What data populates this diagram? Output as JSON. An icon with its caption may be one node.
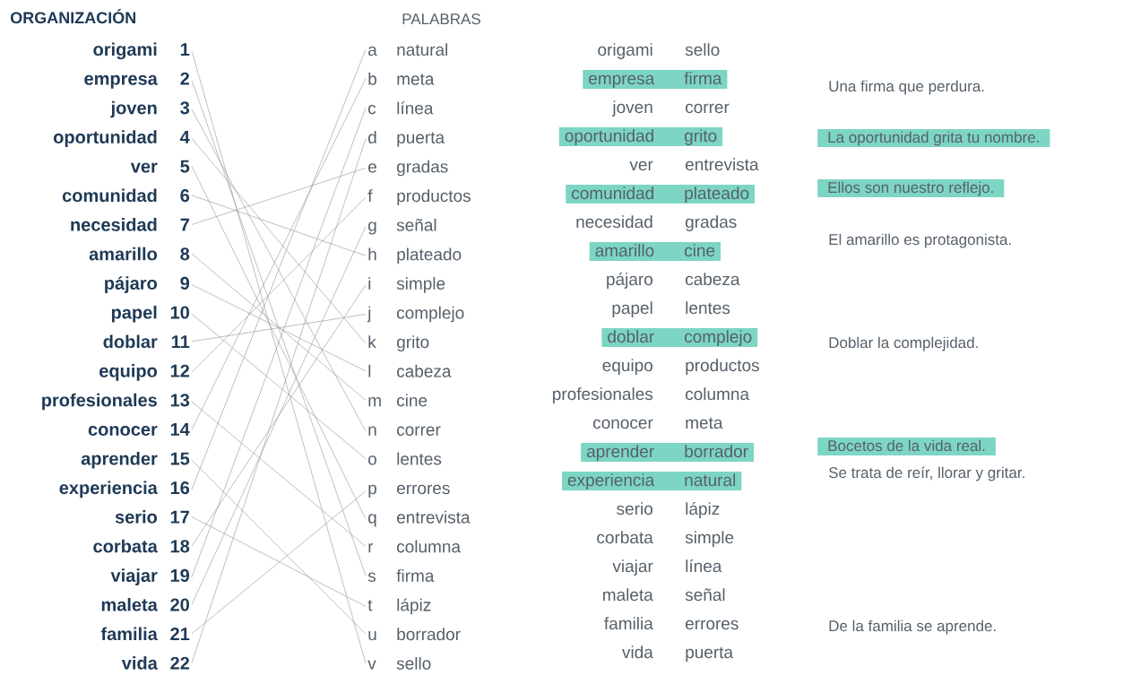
{
  "diagram": {
    "nodes": [
      {
        "text": [
          "origami",
          "1"
        ]
      },
      {
        "text": [
          "empresa",
          "2"
        ]
      },
      {
        "text": [
          "joven",
          "3"
        ]
      },
      {
        "text": [
          "oportunidad",
          "4"
        ]
      },
      {
        "text": [
          "ver",
          "5"
        ]
      },
      {
        "text": [
          "comunidad",
          "6"
        ]
      },
      {
        "text": [
          "necesidad",
          "7"
        ]
      },
      {
        "text": [
          "amarillo",
          "8"
        ]
      },
      {
        "text": [
          "pájaro",
          "9"
        ]
      },
      {
        "text": [
          "papel",
          "10"
        ]
      },
      {
        "text": [
          "doblar",
          "11"
        ]
      },
      {
        "text": [
          "equipo",
          "12"
        ]
      },
      {
        "text": [
          "profesionales",
          "13"
        ]
      },
      {
        "text": [
          "conocer",
          "14"
        ]
      },
      {
        "text": [
          "aprender",
          "15"
        ]
      },
      {
        "text": [
          "experiencia",
          "16"
        ]
      },
      {
        "text": [
          "serio",
          "17"
        ]
      },
      {
        "text": [
          "corbata",
          "18"
        ]
      },
      {
        "text": [
          "viajar",
          "19"
        ]
      },
      {
        "text": [
          "maleta",
          "20"
        ]
      },
      {
        "text": [
          "familia",
          "21"
        ]
      },
      {
        "text": [
          "vida",
          "22"
        ]
      },
      {
        "text": [
          "a",
          "natural"
        ]
      },
      {
        "text": [
          "b",
          "meta"
        ]
      },
      {
        "text": [
          "c",
          "línea"
        ]
      },
      {
        "text": [
          "d",
          "puerta"
        ]
      },
      {
        "text": [
          "e",
          "gradas"
        ]
      },
      {
        "text": [
          "f",
          "productos"
        ]
      },
      {
        "text": [
          "g",
          "señal"
        ]
      },
      {
        "text": [
          "h",
          "plateado"
        ]
      },
      {
        "text": [
          "i",
          "simple"
        ]
      },
      {
        "text": [
          "j",
          "complejo"
        ]
      },
      {
        "text": [
          "k",
          "grito"
        ]
      },
      {
        "text": [
          "l",
          "cabeza"
        ]
      },
      {
        "text": [
          "m",
          "cine"
        ]
      },
      {
        "text": [
          "n",
          "correr"
        ]
      },
      {
        "text": [
          "o",
          "lentes"
        ]
      },
      {
        "text": [
          "p",
          "errores"
        ]
      },
      {
        "text": [
          "q",
          "entrevista"
        ]
      },
      {
        "text": [
          "r",
          "columna"
        ]
      },
      {
        "text": [
          "s",
          "firma"
        ]
      },
      {
        "text": [
          "t",
          "lápiz"
        ]
      },
      {
        "text": [
          "u",
          "borrador"
        ]
      },
      {
        "text": [
          "v",
          "sello"
        ]
      },
      {
        "text": [
          "empresa",
          "firma"
        ]
      },
      {
        "text": [
          "oportunidad",
          "grito"
        ]
      },
      {
        "text": [
          "comunidad",
          "plateado"
        ]
      },
      {
        "text": [
          "amarillo",
          "cine"
        ]
      },
      {
        "text": [
          "doblar",
          "complejo"
        ]
      },
      {
        "text": [
          "aprender",
          "borrador"
        ]
      },
      {
        "text": [
          "experiencia",
          "natural"
        ]
      },
      {
        "text": [
          "La oportunidad grita tu nombre."
        ]
      },
      {
        "text": [
          "Ellos son nuestro reflejo."
        ]
      },
      {
        "text": [
          "Bocetos de la vida real."
        ]
      }
    ],
    "edges": [
      {
        "from": 0,
        "to": 43,
        "arrow": "none"
      },
      {
        "from": 1,
        "to": 40,
        "arrow": "none"
      },
      {
        "from": 2,
        "to": 35,
        "arrow": "none"
      },
      {
        "from": 3,
        "to": 32,
        "arrow": "none"
      },
      {
        "from": 4,
        "to": 38,
        "arrow": "none"
      },
      {
        "from": 5,
        "to": 29,
        "arrow": "none"
      },
      {
        "from": 6,
        "to": 26,
        "arrow": "none"
      },
      {
        "from": 7,
        "to": 34,
        "arrow": "none"
      },
      {
        "from": 8,
        "to": 33,
        "arrow": "none"
      },
      {
        "from": 9,
        "to": 36,
        "arrow": "none"
      },
      {
        "from": 10,
        "to": 31,
        "arrow": "none"
      },
      {
        "from": 11,
        "to": 27,
        "arrow": "none"
      },
      {
        "from": 12,
        "to": 39,
        "arrow": "none"
      },
      {
        "from": 13,
        "to": 23,
        "arrow": "none"
      },
      {
        "from": 14,
        "to": 42,
        "arrow": "none"
      },
      {
        "from": 15,
        "to": 22,
        "arrow": "none"
      },
      {
        "from": 16,
        "to": 41,
        "arrow": "none"
      },
      {
        "from": 17,
        "to": 30,
        "arrow": "none"
      },
      {
        "from": 18,
        "to": 24,
        "arrow": "none"
      },
      {
        "from": 19,
        "to": 28,
        "arrow": "none"
      },
      {
        "from": 20,
        "to": 37,
        "arrow": "none"
      },
      {
        "from": 21,
        "to": 25,
        "arrow": "none"
      }
    ],
    "labels": [
      "ORGANIZACIÓN",
      "PALABRAS",
      "origami",
      "sello",
      "joven",
      "correr",
      "ver",
      "entrevista",
      "necesidad",
      "gradas",
      "pájaro",
      "cabeza",
      "papel",
      "lentes",
      "equipo",
      "productos",
      "profesionales",
      "columna",
      "conocer",
      "meta",
      "serio",
      "lápiz",
      "corbata",
      "simple",
      "viajar",
      "línea",
      "maleta",
      "señal",
      "familia",
      "errores",
      "vida",
      "puerta",
      "Una firma que perdura.",
      "El amarillo es protagonista.",
      "Doblar la complejidad.",
      "Se trata de reír, llorar y gritar.",
      "De la familia se aprende."
    ]
  }
}
